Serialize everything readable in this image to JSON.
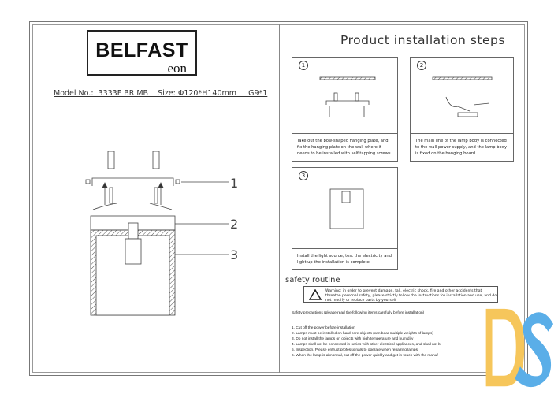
{
  "logo": {
    "brand": "BELFAST",
    "sub": "eon"
  },
  "model_line": "Model No.:  3333F BR MB    Size: Φ120*H140mm     G9*1",
  "parts_labels": [
    "1",
    "2",
    "3"
  ],
  "title": "Product installation steps",
  "steps": [
    {
      "num": "1",
      "text": "Take out the bow-shaped hanging plate, and fix the hanging plate on the wall where it needs to be installed with self-tapping screws"
    },
    {
      "num": "2",
      "text": "The main line of the lamp body is connected to the wall power supply, and the lamp body is fixed on the hanging board"
    },
    {
      "num": "3",
      "text": "Install the light source, test the electricity and light up the installation is complete"
    }
  ],
  "safety": {
    "title": "safety routine",
    "warning": "Warning: in order to prevent damage, fall, electric shock, fire and other accidents that threaten personal safety, please strictly follow the instructions for installation and use, and do not modify or replace parts by yourself",
    "precautions_heading": "Safety precautions (please read the following items carefully before installation)",
    "items": [
      "1. Cut off the power before installation",
      "2. Lamps must be installed on hard core objects (can bear multiple weights of lamps)",
      "3. Do not install the lamps on objects with high temperature and humidity",
      "4. Lamps shall not be connected in series with other electrical appliances, and shall not b",
      "5. Inspection. Please entrust professionals to operate when repairing lamps",
      "6. When the lamp is abnormal, cut off the power quickly and get in touch with the manuf"
    ]
  },
  "watermark": {
    "text": "DS",
    "colors": [
      "#f6c65b",
      "#5aaee8"
    ]
  }
}
